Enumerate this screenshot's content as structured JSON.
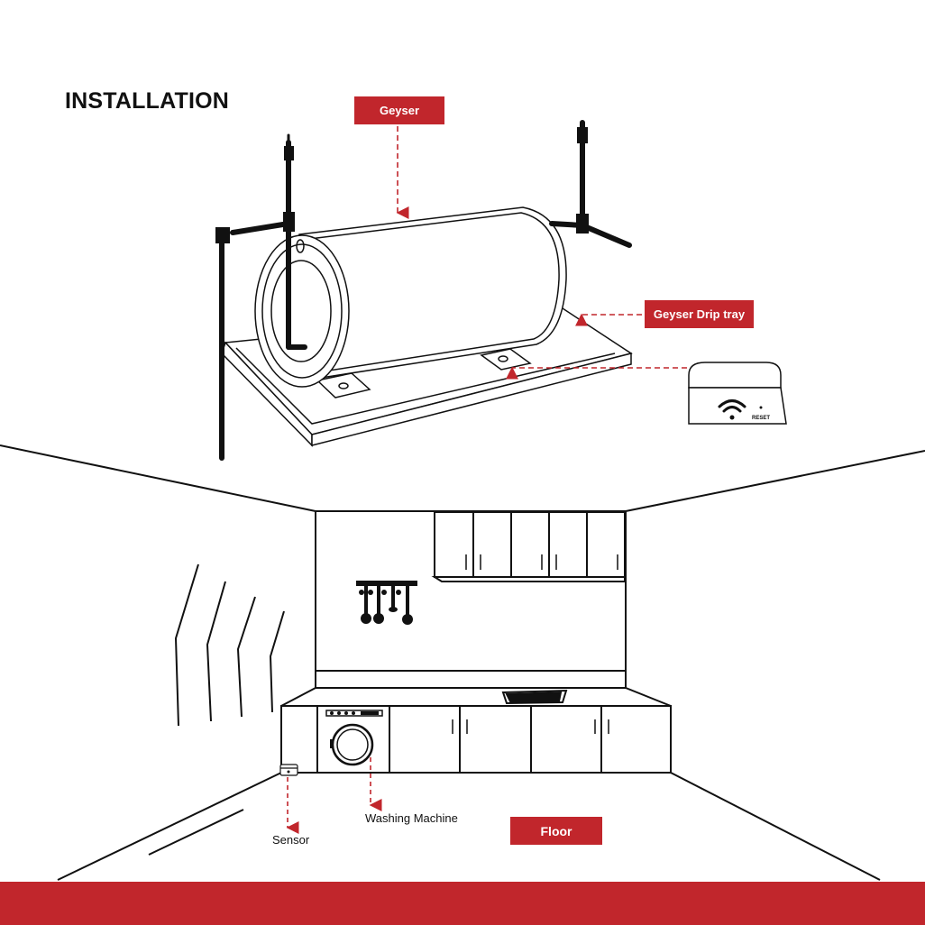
{
  "title": "INSTALLATION",
  "labels": {
    "geyser": "Geyser",
    "drip_tray": "Geyser Drip tray",
    "washing_machine": "Washing Machine",
    "sensor": "Sensor",
    "floor": "Floor"
  },
  "device": {
    "reset_label": "RESET",
    "icon": "wifi-icon"
  },
  "colors": {
    "accent": "#c1262c",
    "line": "#111111",
    "background": "#ffffff"
  }
}
